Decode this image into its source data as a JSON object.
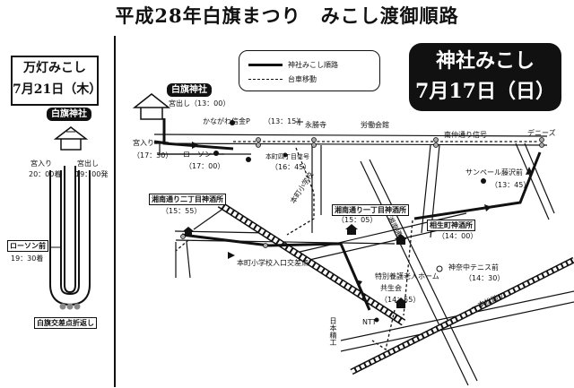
{
  "title": "平成28年白旗まつり　みこし渡御順路",
  "left": {
    "box": {
      "line1": "万灯みこし",
      "line2": "7月21日（木）"
    },
    "shrine": "白旗神社",
    "labels": {
      "enter": "宮入り",
      "enter_time": "20：00着",
      "exit": "宮出し",
      "exit_time": "19：00発",
      "lawson": "ローソン前",
      "lawson_time": "19：30着",
      "turn": "白旗交差点折返し"
    }
  },
  "right": {
    "box": {
      "line1": "神社みこし",
      "line2": "7月17日（日）"
    },
    "legend": {
      "solid": "神社みこし順路",
      "dashed": "台車移動"
    },
    "shrine": "白旗神社",
    "labels": {
      "shrine_exit": "宮出し（13：00）",
      "shrine_enter": "宮入り",
      "shrine_enter_time": "（17：30）",
      "kanagawa": "かながわ信金P",
      "kanagawa_time": "（13：15）",
      "eishoji": "永勝寺",
      "roudou": "労働会館",
      "minaminaka": "南仲通り信号",
      "dennys": "デニーズ",
      "lawson": "ローソン",
      "lawson_time": "（17：00）",
      "honcho4": "本町四丁目信号",
      "honcho4_time": "（16：45）",
      "sunpearl": "サンペール藤沢前",
      "sunpearl_time": "（13：45）",
      "shonan2": "湘南通り二丁目神酒所",
      "shonan2_time": "（15：55）",
      "honcho_school": "本町小学校",
      "shonan1": "湘南通り一丁目神酒所",
      "shonan1_time": "（15：05）",
      "aioi": "相生町神酒所",
      "aioi_time": "（14：00）",
      "shonan_dori": "湘南通り",
      "honcho_entry": "本町小学校入口交差点",
      "nursing": "特別養護老人ホーム",
      "kyoseikai": "共生会",
      "kyoseikai_time": "（14：55）",
      "kanagawa_tennis": "神奈中テニス前",
      "tennis_time": "（14：30）",
      "ichimatsu": "一本松踏切",
      "ntt": "NTT",
      "nihon_seiko": "日本精工"
    }
  }
}
